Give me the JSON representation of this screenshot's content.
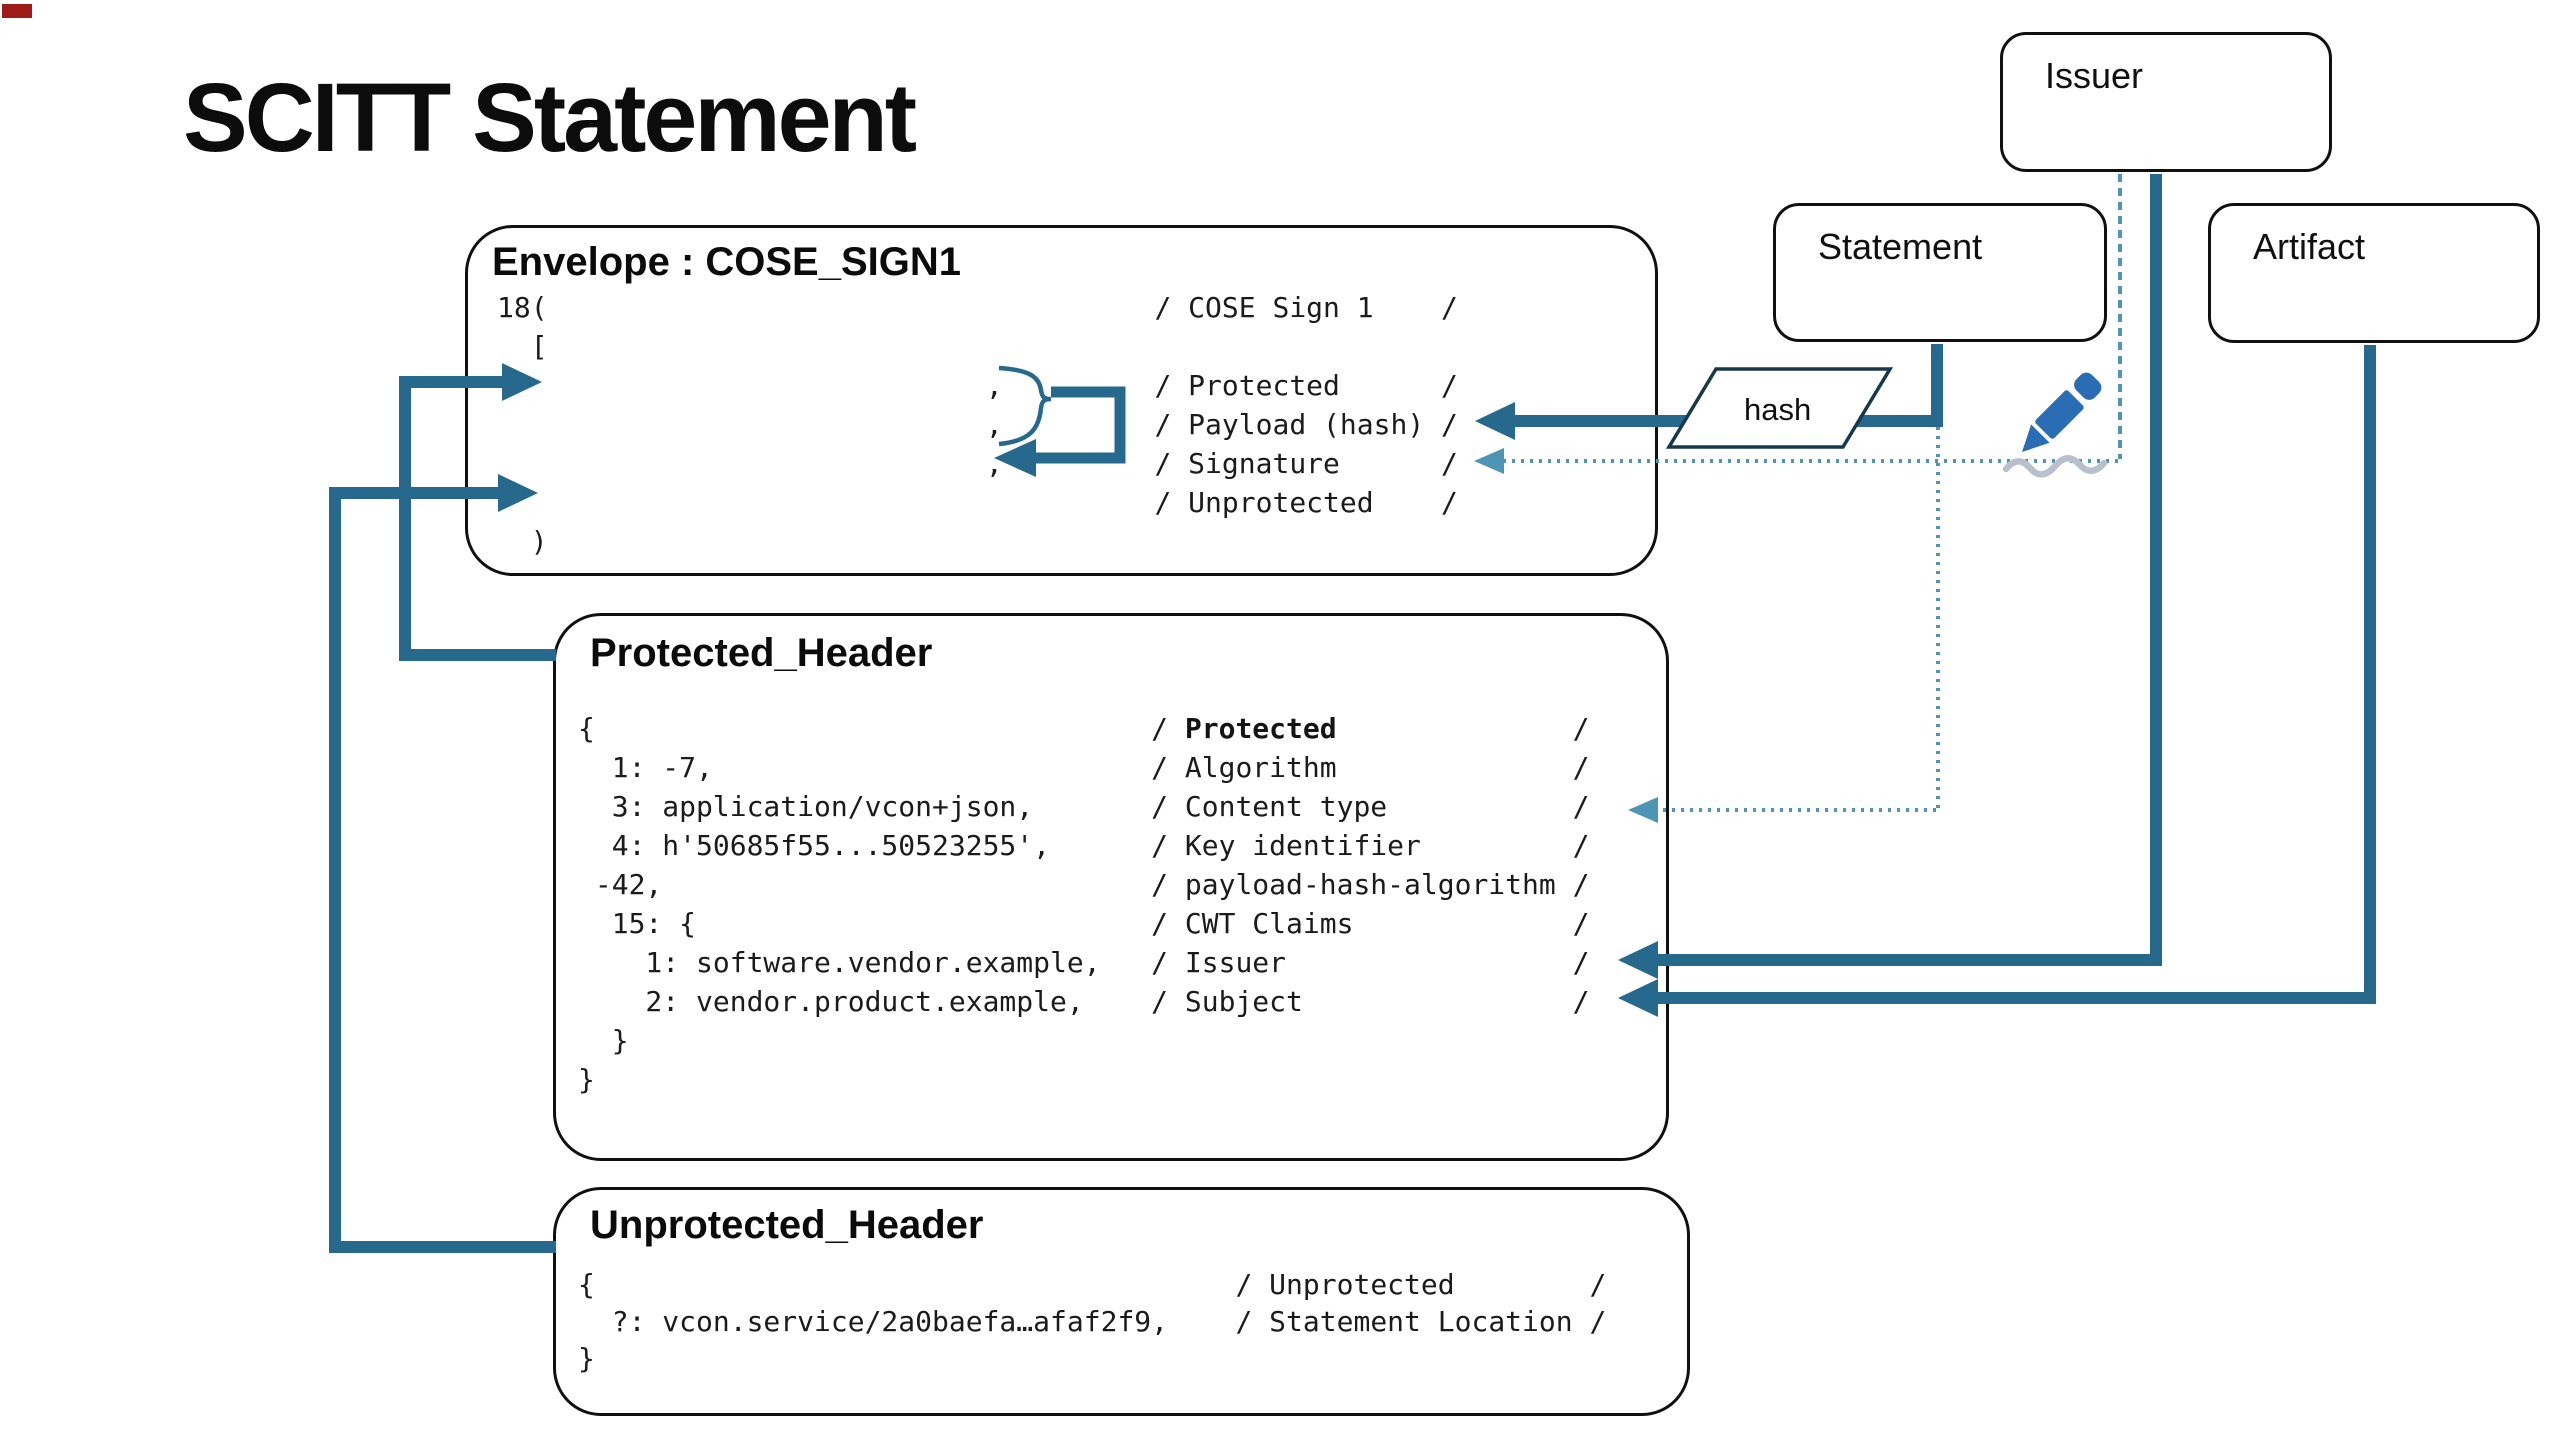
{
  "page_title": "SCITT Statement",
  "envelope": {
    "title": "Envelope : COSE_SIGN1",
    "comment_col": 39,
    "label_pad": 14,
    "lines": [
      {
        "code": "18(",
        "comment": "COSE Sign 1"
      },
      {
        "code": "  ["
      },
      {
        "code": "                             ,",
        "comment": "Protected"
      },
      {
        "code": "                             ,",
        "comment": "Payload (hash)"
      },
      {
        "code": "                             ,",
        "comment": "Signature"
      },
      {
        "code": "",
        "comment": "Unprotected"
      },
      {
        "code": "  )"
      }
    ]
  },
  "protected_header": {
    "title": "Protected_Header",
    "comment_col": 34,
    "label_pad": 22,
    "lines": [
      {
        "code": "{",
        "comment": "Protected",
        "bold": true
      },
      {
        "code": "  1: -7,",
        "comment": "Algorithm"
      },
      {
        "code": "  3: application/vcon+json,",
        "comment": "Content type"
      },
      {
        "code": "  4: h'50685f55...50523255',",
        "comment": "Key identifier"
      },
      {
        "code": " -42,",
        "comment": "payload-hash-algorithm"
      },
      {
        "code": "  15: {",
        "comment": "CWT Claims"
      },
      {
        "code": "    1: software.vendor.example,",
        "comment": "Issuer"
      },
      {
        "code": "    2: vendor.product.example,",
        "comment": "Subject"
      },
      {
        "code": "  }"
      },
      {
        "code": "}"
      }
    ]
  },
  "unprotected_header": {
    "title": "Unprotected_Header",
    "comment_col": 39,
    "label_pad": 18,
    "lines": [
      {
        "code": "{",
        "comment": "Unprotected"
      },
      {
        "code": "  ?: vcon.service/2a0baefa…afaf2f9,",
        "comment": "Statement Location"
      },
      {
        "code": "}"
      }
    ]
  },
  "nodes": {
    "issuer": "Issuer",
    "statement": "Statement",
    "artifact": "Artifact",
    "hash": "hash"
  },
  "colors": {
    "solid_line": "#26698C",
    "dotted_line": "#4E95B5",
    "pencil_blue": "#2B6DB5",
    "squiggle_gray": "#B8C0CD",
    "box_border": "#101010",
    "code_text": "#1B1B1B",
    "corner_artifact_red": "#9E1C16"
  }
}
